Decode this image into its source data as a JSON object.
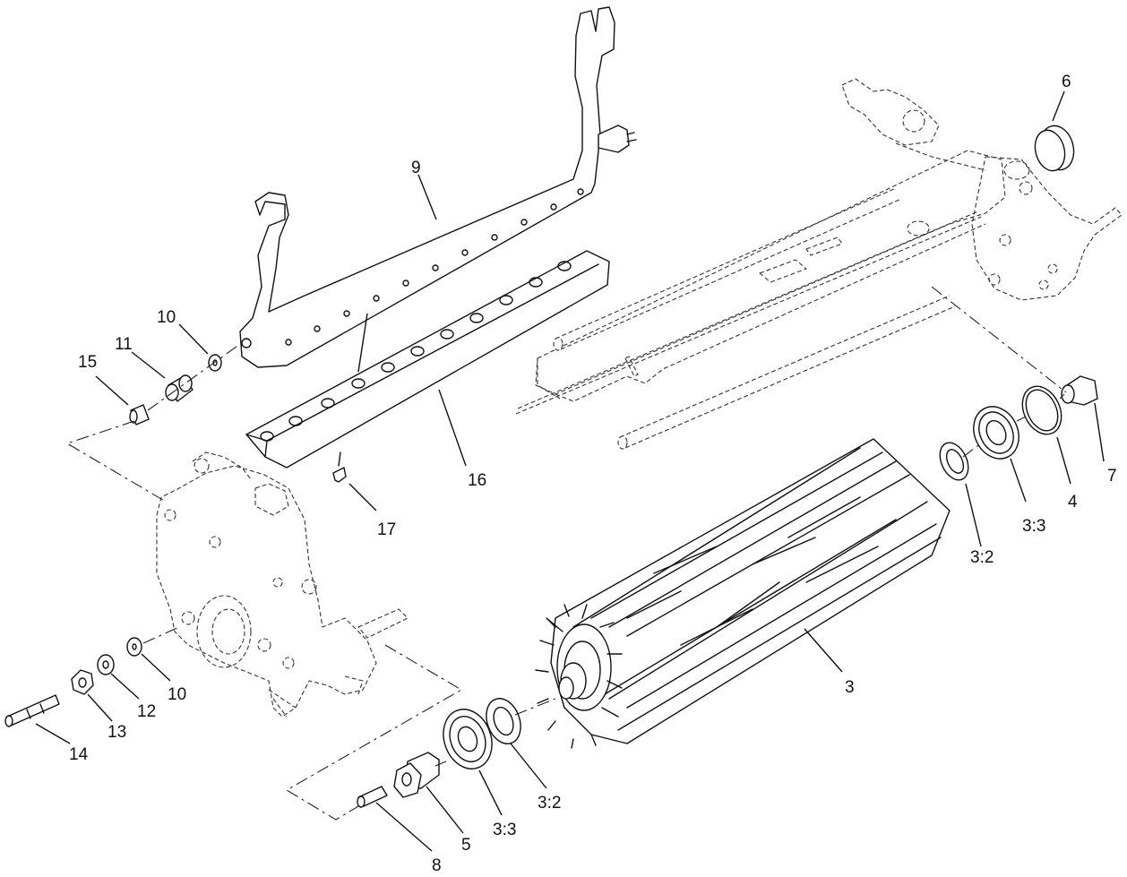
{
  "diagram": {
    "callouts": [
      {
        "id": "c9",
        "text": "9"
      },
      {
        "id": "c6",
        "text": "6"
      },
      {
        "id": "c10a",
        "text": "10"
      },
      {
        "id": "c11",
        "text": "11"
      },
      {
        "id": "c15",
        "text": "15"
      },
      {
        "id": "c16",
        "text": "16"
      },
      {
        "id": "c17",
        "text": "17"
      },
      {
        "id": "c7",
        "text": "7"
      },
      {
        "id": "c4",
        "text": "4"
      },
      {
        "id": "c33a",
        "text": "3:3"
      },
      {
        "id": "c32a",
        "text": "3:2"
      },
      {
        "id": "c3",
        "text": "3"
      },
      {
        "id": "c10b",
        "text": "10"
      },
      {
        "id": "c12",
        "text": "12"
      },
      {
        "id": "c13",
        "text": "13"
      },
      {
        "id": "c14",
        "text": "14"
      },
      {
        "id": "c32b",
        "text": "3:2"
      },
      {
        "id": "c33b",
        "text": "3:3"
      },
      {
        "id": "c5",
        "text": "5"
      },
      {
        "id": "c8",
        "text": "8"
      }
    ]
  }
}
